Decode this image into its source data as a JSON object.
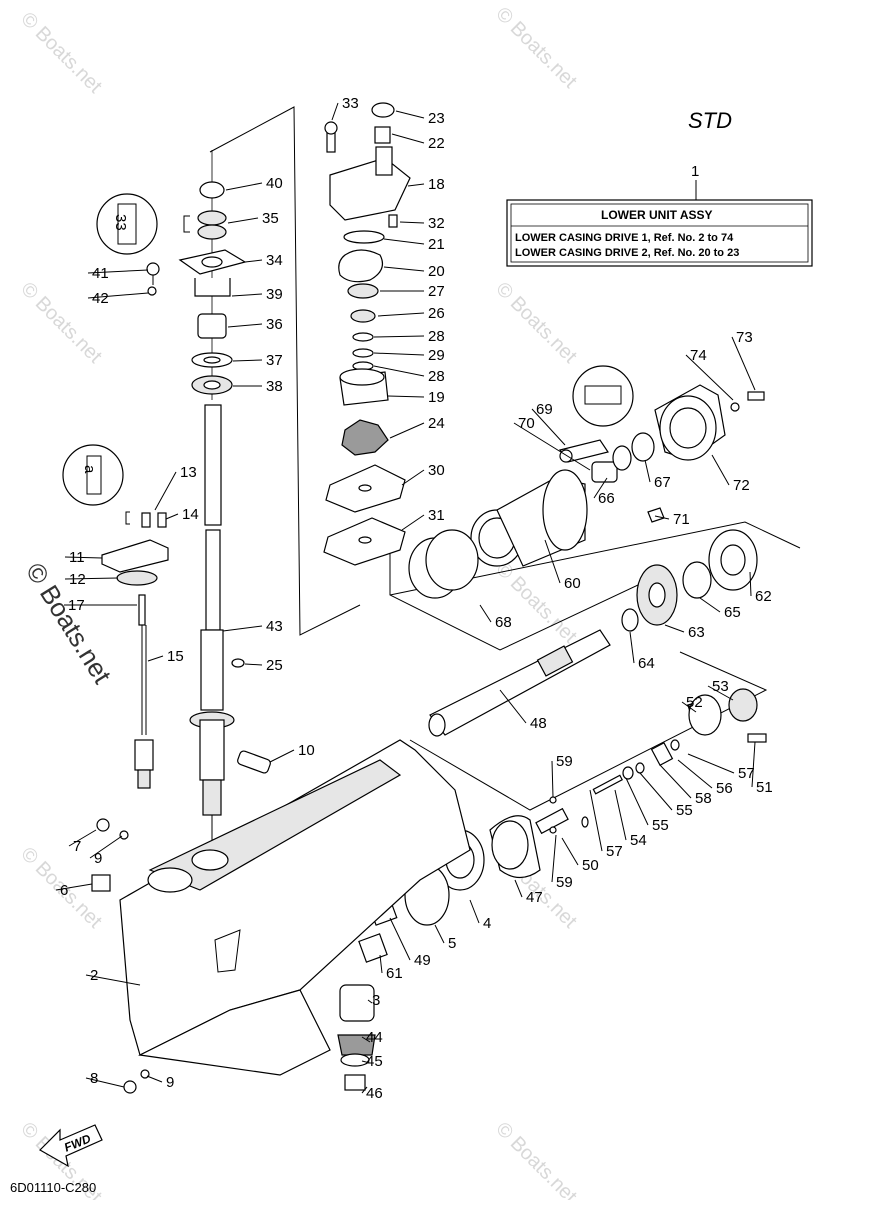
{
  "std_label": "STD",
  "assembly_box": {
    "ref": "1",
    "title": "LOWER UNIT ASSY",
    "lines": [
      "LOWER CASING DRIVE 1, Ref. No. 2 to 74",
      "LOWER CASING DRIVE 2, Ref. No. 20 to 23"
    ]
  },
  "diagram_code": "6D01110-C280",
  "fwd_label": "FWD",
  "watermark": "© Boats.net",
  "callouts": [
    "2",
    "3",
    "4",
    "5",
    "6",
    "7",
    "8",
    "9",
    "9",
    "10",
    "11",
    "12",
    "13",
    "14",
    "15",
    "17",
    "18",
    "19",
    "20",
    "21",
    "22",
    "23",
    "24",
    "25",
    "26",
    "27",
    "28",
    "28",
    "29",
    "30",
    "31",
    "32",
    "33",
    "34",
    "35",
    "36",
    "37",
    "38",
    "39",
    "40",
    "41",
    "42",
    "43",
    "44",
    "45",
    "46",
    "47",
    "48",
    "49",
    "50",
    "51",
    "52",
    "53",
    "54",
    "55",
    "55",
    "56",
    "57",
    "57",
    "58",
    "59",
    "59",
    "60",
    "61",
    "62",
    "63",
    "64",
    "65",
    "66",
    "67",
    "68",
    "69",
    "70",
    "71",
    "72",
    "73",
    "74"
  ]
}
